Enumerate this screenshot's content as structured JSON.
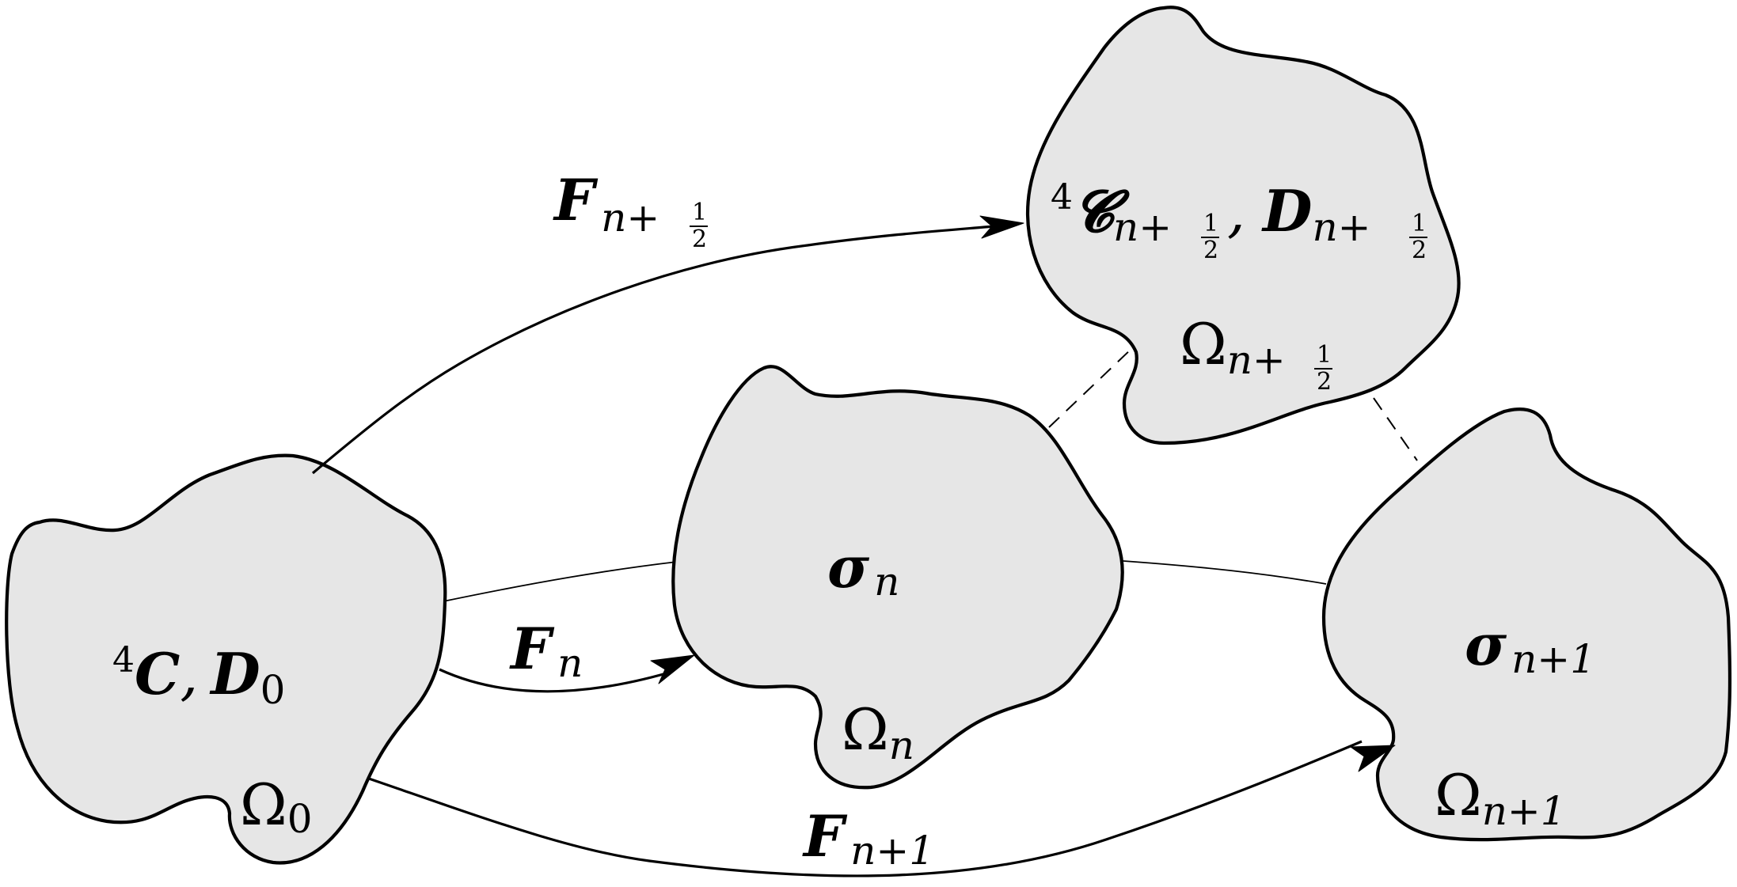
{
  "bodies": {
    "initial": {
      "superscript": "4",
      "tensor": "C",
      "comma": ",",
      "rate": "D",
      "rate_index": "0",
      "domain": "Ω",
      "domain_index": "0"
    },
    "step_n": {
      "stress": "σ",
      "stress_index": "n",
      "domain": "Ω",
      "domain_index": "n"
    },
    "step_half": {
      "superscript": "4",
      "tensor": "𝓒",
      "comma": ",",
      "rate": "D",
      "index_letter": "n",
      "index_plus": "+",
      "frac_num": "1",
      "frac_den": "2",
      "domain": "Ω"
    },
    "step_n1": {
      "stress": "σ",
      "stress_index": "n+1",
      "domain": "Ω",
      "domain_index": "n+1"
    }
  },
  "maps": {
    "to_half": {
      "symbol": "F",
      "index_letter": "n",
      "index_plus": "+",
      "frac_num": "1",
      "frac_den": "2"
    },
    "to_n": {
      "symbol": "F",
      "index": "n"
    },
    "to_n1": {
      "symbol": "F",
      "index": "n+1"
    }
  }
}
